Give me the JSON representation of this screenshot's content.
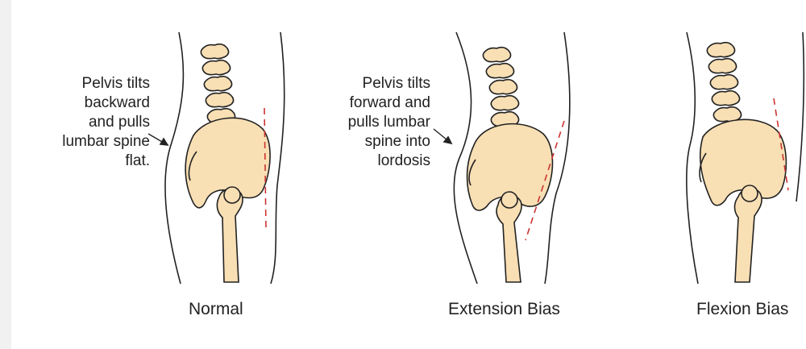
{
  "colors": {
    "background": "#f1f1f1",
    "panel": "#ffffff",
    "bone_fill": "#f8dfb4",
    "outline": "#222222",
    "reference_line": "#cc3333"
  },
  "panels": [
    {
      "caption": "Normal",
      "annotation": [
        "Pelvis tilts",
        "backward",
        "and pulls",
        "lumbar spine",
        "flat."
      ]
    },
    {
      "caption": "Extension Bias",
      "annotation": [
        "Pelvis tilts",
        "forward and",
        "pulls lumbar",
        "spine into",
        "lordosis"
      ]
    },
    {
      "caption": "Flexion Bias",
      "annotation": []
    }
  ]
}
